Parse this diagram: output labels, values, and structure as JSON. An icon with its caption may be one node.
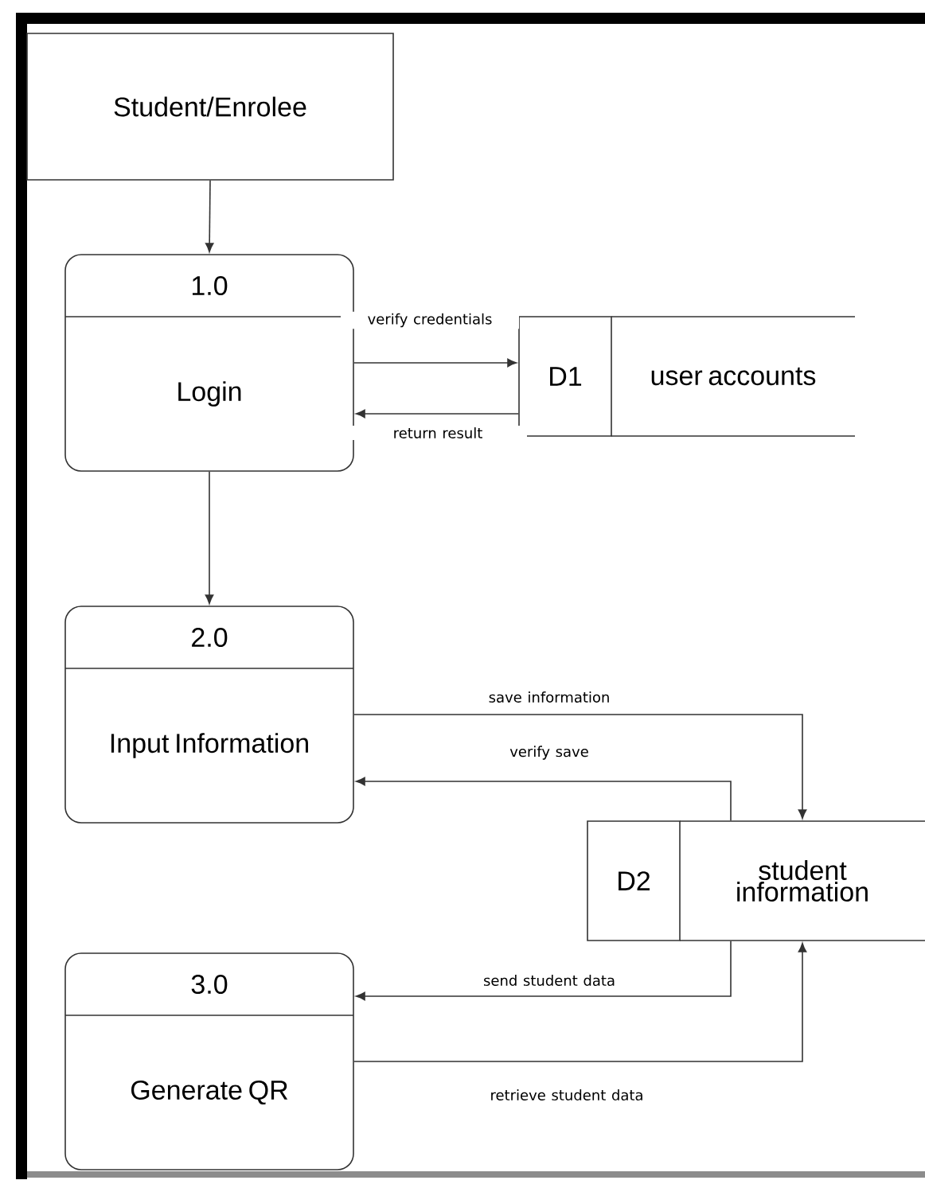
{
  "diagram": {
    "nodes": [
      {
        "text": [
          "Student/Enrolee"
        ]
      },
      {
        "text": [
          "1.0",
          "Login"
        ]
      },
      {
        "text": [
          "D1",
          "user accounts"
        ]
      },
      {
        "text": [
          "2.0",
          "Input Information"
        ]
      },
      {
        "text": [
          "D2",
          "student information"
        ]
      },
      {
        "text": [
          "3.0",
          "Generate QR"
        ]
      }
    ],
    "edges": [
      {
        "from": 0,
        "to": 1,
        "arrow": "to"
      },
      {
        "from": 1,
        "to": 2,
        "arrow": "to",
        "label": "verify credentials"
      },
      {
        "from": 2,
        "to": 1,
        "arrow": "to",
        "label": "return result"
      },
      {
        "from": 1,
        "to": 3,
        "arrow": "to"
      },
      {
        "from": 3,
        "to": 4,
        "arrow": "to",
        "label": "save information"
      },
      {
        "from": 4,
        "to": 3,
        "arrow": "to",
        "label": "verify save"
      },
      {
        "from": 4,
        "to": 5,
        "arrow": "to",
        "label": "send student data"
      },
      {
        "from": 5,
        "to": 4,
        "arrow": "to",
        "label": "retrieve student data"
      }
    ]
  }
}
